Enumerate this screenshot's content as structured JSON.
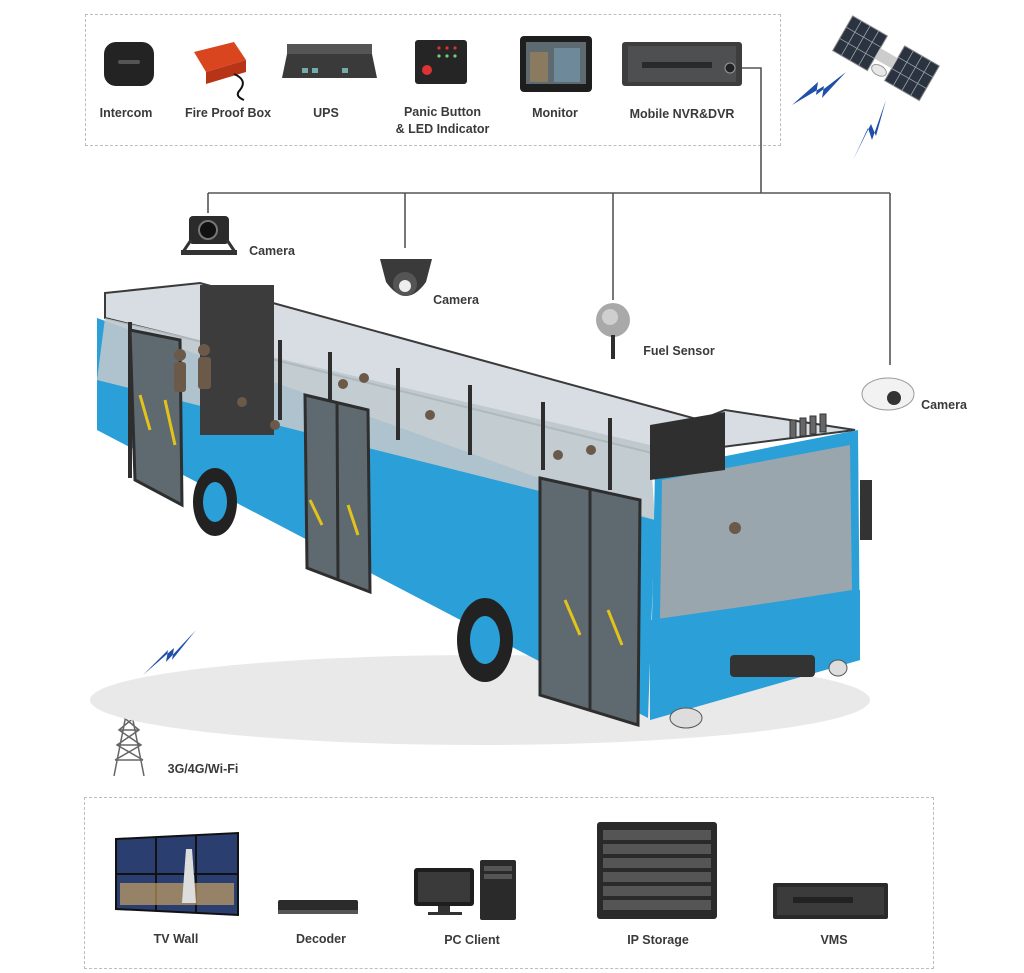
{
  "top_devices": [
    {
      "label": "Intercom"
    },
    {
      "label": "Fire Proof Box"
    },
    {
      "label": "UPS"
    },
    {
      "label_line1": "Panic Button",
      "label_line2": "& LED Indicator"
    },
    {
      "label": "Monitor"
    },
    {
      "label": "Mobile NVR&DVR"
    }
  ],
  "bus_devices": [
    {
      "label": "Camera"
    },
    {
      "label": "Camera"
    },
    {
      "label": "Fuel Sensor"
    },
    {
      "label": "Camera"
    }
  ],
  "network": {
    "label": "3G/4G/Wi-Fi"
  },
  "bottom_devices": [
    {
      "label": "TV Wall"
    },
    {
      "label": "Decoder"
    },
    {
      "label": "PC Client"
    },
    {
      "label": "IP Storage"
    },
    {
      "label": "VMS"
    }
  ],
  "colors": {
    "bus_body": "#2a9fd8",
    "frame": "#3a3a3a",
    "signal": "#1f4fa8",
    "line": "#555555"
  }
}
